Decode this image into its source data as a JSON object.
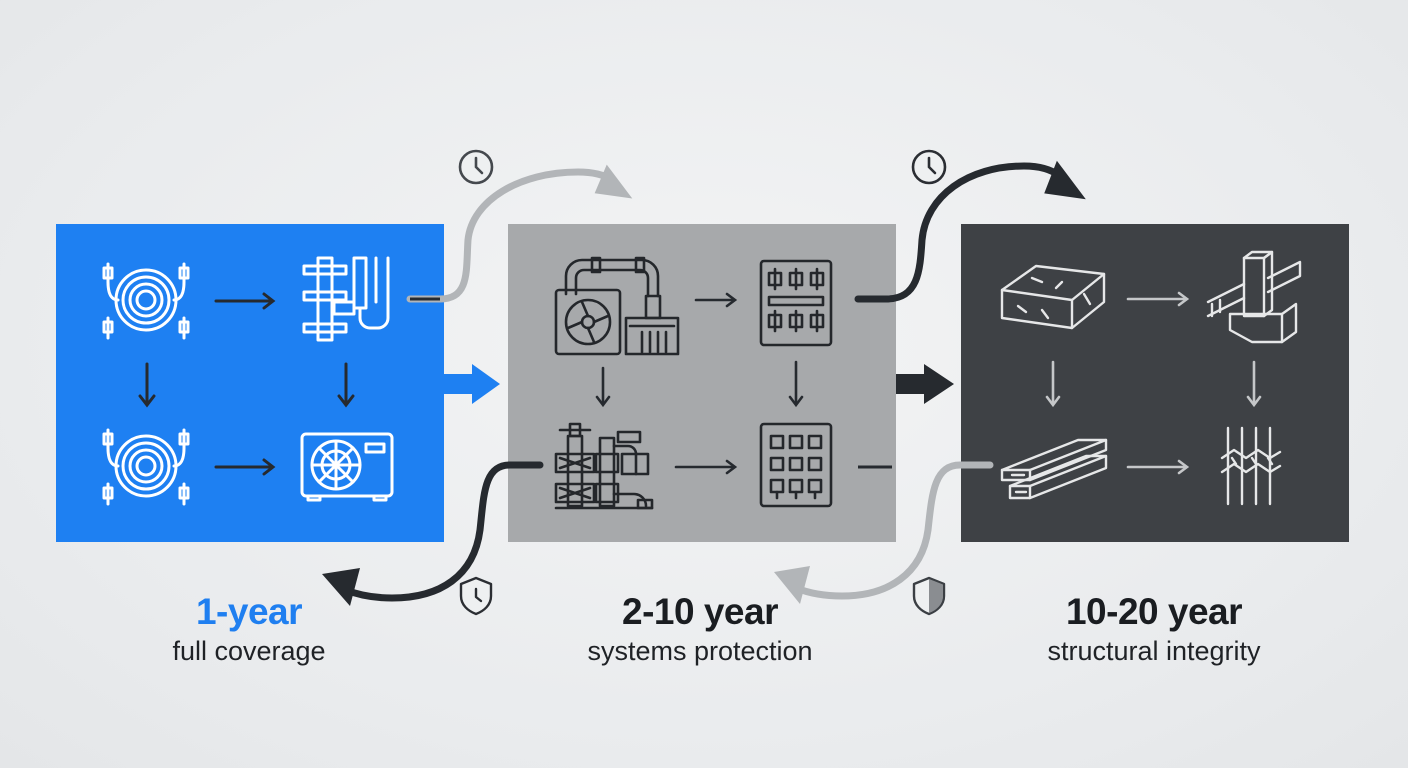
{
  "tiers": [
    {
      "title": "1-year",
      "subtitle": "full coverage",
      "color": "#1e80f2"
    },
    {
      "title": "2-10 year",
      "subtitle": "systems protection",
      "color": "#a7a9ab"
    },
    {
      "title": "10-20 year",
      "subtitle": "structural integrity",
      "color": "#3e4145"
    }
  ],
  "colors": {
    "accent": "#1f7ff0",
    "mid_gray": "#a7a9ab",
    "dark": "#3e4145",
    "arrow_dark": "#262a2f",
    "arrow_light": "#b2b5b8"
  },
  "icons": {
    "tier1": [
      "wire-coil-icon",
      "plumbing-pipes-icon",
      "wire-coil-icon",
      "ac-unit-icon"
    ],
    "tier2": [
      "hvac-unit-icon",
      "electrical-panel-icon",
      "valve-pipes-icon",
      "electrical-panel-icon"
    ],
    "tier3": [
      "concrete-block-icon",
      "column-beam-icon",
      "steel-beam-icon",
      "rebar-icon"
    ],
    "connectors": [
      "clock-icon",
      "clock-icon",
      "shield-icon",
      "shield-icon"
    ]
  }
}
